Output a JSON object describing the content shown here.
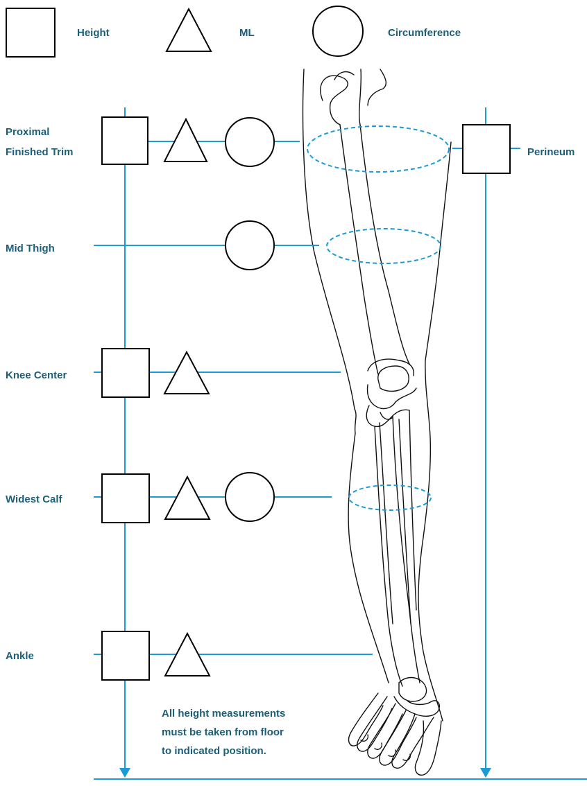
{
  "legend": {
    "height_label": "Height",
    "ml_label": "ML",
    "circumference_label": "Circumference"
  },
  "levels": {
    "proximal_trim_line1": "Proximal",
    "proximal_trim_line2": "Finished Trim",
    "perineum": "Perineum",
    "mid_thigh": "Mid Thigh",
    "knee_center": "Knee Center",
    "widest_calf": "Widest Calf",
    "ankle": "Ankle"
  },
  "note": {
    "line1": "All height measurements",
    "line2": "must be taken from floor",
    "line3": "to indicated position."
  },
  "colors": {
    "label_text": "#1b5e78",
    "measure_line": "#1a9bd7",
    "outline": "#000000"
  },
  "icons": [
    "square-height-icon",
    "triangle-ml-icon",
    "circle-circumference-icon",
    "leg-skeleton-illustration"
  ]
}
